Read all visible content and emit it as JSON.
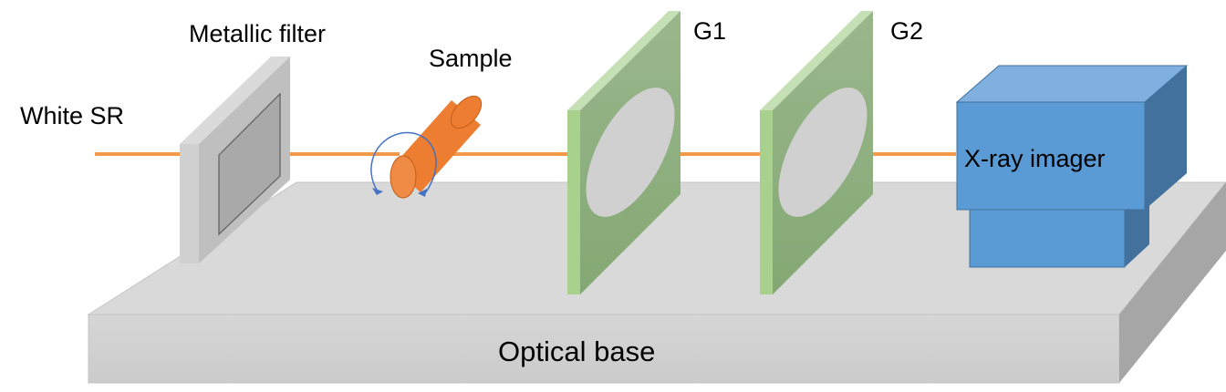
{
  "labels": {
    "white_sr": "White SR",
    "metallic_filter": "Metallic filter",
    "sample": "Sample",
    "g1": "G1",
    "g2": "G2",
    "xray_imager": "X-ray imager",
    "optical_base": "Optical base"
  },
  "colors": {
    "beam": "#F39A4A",
    "sample": "#ED7D31",
    "grating": "#8FAF7E",
    "grating_edge": "#A9D18E",
    "imager": "#5B9BD5",
    "base": "#D9D9D9"
  }
}
